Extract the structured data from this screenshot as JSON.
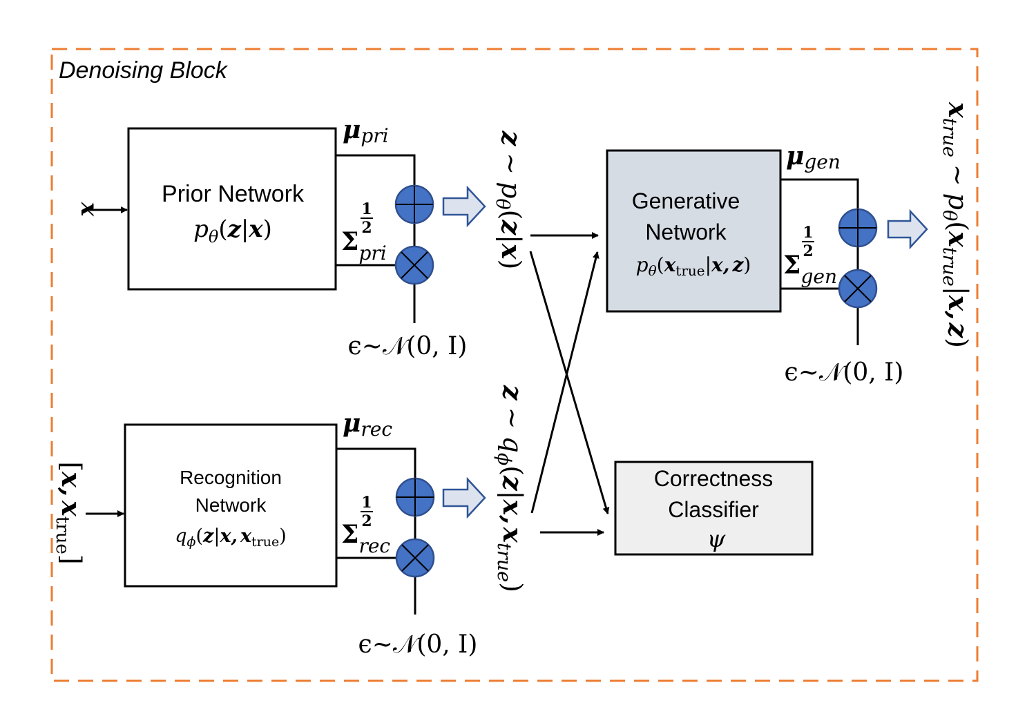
{
  "block": {
    "title": "Denoising Block",
    "border_color": "#ed7d31"
  },
  "colors": {
    "node_fill": "#4472c4",
    "node_stroke": "#2f4f8f",
    "hollow_arrow_fill": "#dde3ee",
    "hollow_arrow_stroke": "#2f5597",
    "generative_fill": "#d6dce4",
    "classifier_fill": "#efefef",
    "line": "#000000"
  },
  "inputs": {
    "prior_input": "x",
    "recognition_input": {
      "open": "[",
      "x": "x,",
      "x_true": "x",
      "true_sub": "true",
      "close": "]"
    }
  },
  "prior_network": {
    "title": "Prior Network",
    "formula": {
      "p": "p",
      "theta": "θ",
      "open": "(",
      "z": "z",
      "bar": "|",
      "x": "x",
      "close": ")"
    },
    "mu": {
      "symbol": "μ",
      "sub": "pri"
    },
    "sigma": {
      "symbol": "Σ",
      "sup_num": "1",
      "sup_den": "2",
      "sub": "pri"
    },
    "noise": "ϵ~𝒩(0, I)"
  },
  "recognition_network": {
    "title_line1": "Recognition",
    "title_line2": "Network",
    "formula": {
      "q": "q",
      "phi": "ϕ",
      "open": "(",
      "z": "z",
      "bar": "|",
      "x": "x,",
      "x2": "x",
      "true_sub": "true",
      "close": ")"
    },
    "mu": {
      "symbol": "μ",
      "sub": "rec"
    },
    "sigma": {
      "symbol": "Σ",
      "sup_num": "1",
      "sup_den": "2",
      "sub": "rec"
    },
    "noise": "ϵ~𝒩(0, I)"
  },
  "latent_prior_label": {
    "z": "z",
    "tilde": "~",
    "p": "p",
    "theta": "θ",
    "open": "(",
    "z2": "z",
    "bar": "|",
    "x": "x",
    "close": ")"
  },
  "latent_rec_label": {
    "z": "z",
    "tilde": "~",
    "q": "q",
    "phi": "ϕ",
    "open": "(",
    "z2": "z",
    "bar": "|",
    "x": "x,",
    "x2": "x",
    "sub": "true",
    "close": ")"
  },
  "generative_network": {
    "title_line1": "Generative",
    "title_line2": "Network",
    "formula": {
      "p": "p",
      "theta": "θ",
      "open": "(",
      "x": "x",
      "true_sub": "true",
      "bar": "|",
      "x2": "x,",
      "z": "z",
      "close": ")"
    },
    "mu": {
      "symbol": "μ",
      "sub": "gen"
    },
    "sigma": {
      "symbol": "Σ",
      "sup_num": "1",
      "sup_den": "2",
      "sub": "gen"
    },
    "noise": "ϵ~𝒩(0, I)"
  },
  "output_label": {
    "x": "x",
    "sub": "true",
    "tilde": "~",
    "p": "p",
    "theta": "θ",
    "open": "(",
    "x2": "x",
    "sub2": "true",
    "bar": "|",
    "x3": "x,",
    "z": "z",
    "close": ")"
  },
  "classifier": {
    "title_line1": "Correctness",
    "title_line2": "Classifier",
    "symbol": "ψ"
  }
}
